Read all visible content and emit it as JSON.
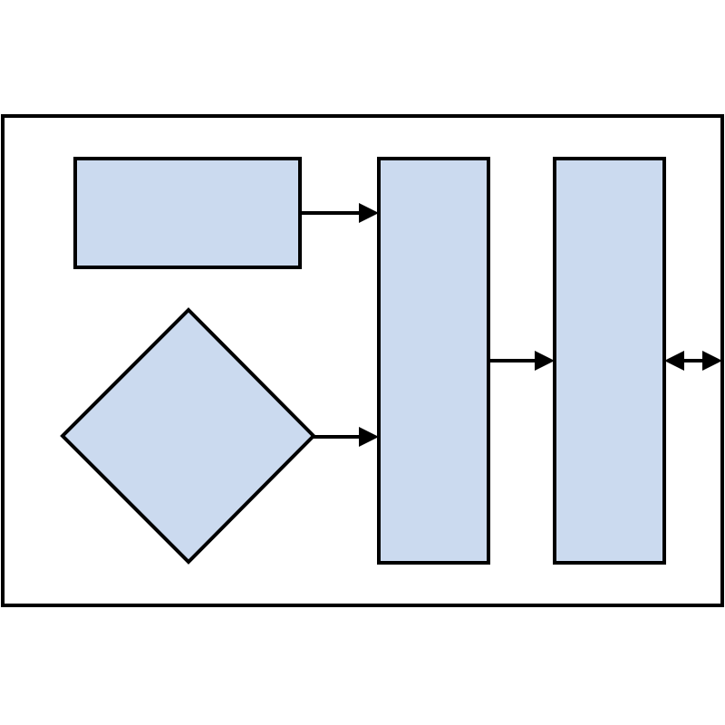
{
  "diagram": {
    "colors": {
      "node_fill": "#cbdaef",
      "stroke": "#000000",
      "frame_fill": "#ffffff"
    },
    "frame": {
      "shape": "rectangle",
      "label": ""
    },
    "nodes": [
      {
        "id": "top-left-block",
        "shape": "rectangle",
        "label": ""
      },
      {
        "id": "decision",
        "shape": "diamond",
        "label": ""
      },
      {
        "id": "middle-column",
        "shape": "rectangle",
        "label": ""
      },
      {
        "id": "right-column",
        "shape": "rectangle",
        "label": ""
      }
    ],
    "edges": [
      {
        "from": "top-left-block",
        "to": "middle-column",
        "direction": "forward"
      },
      {
        "from": "decision",
        "to": "middle-column",
        "direction": "forward"
      },
      {
        "from": "middle-column",
        "to": "right-column",
        "direction": "forward"
      },
      {
        "from": "right-column",
        "to": "frame",
        "direction": "bidirectional"
      }
    ]
  }
}
